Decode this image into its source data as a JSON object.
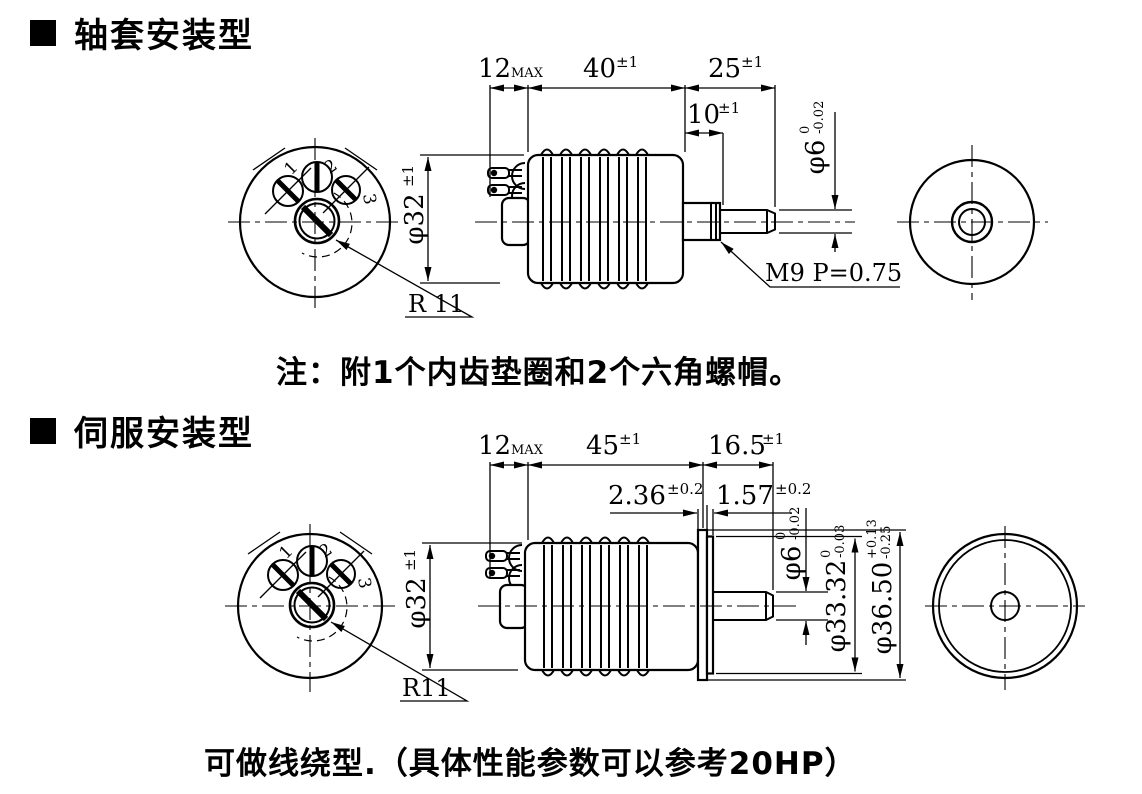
{
  "bushing": {
    "title": "轴套安装型",
    "note": "注：附1个内齿垫圈和2个六角螺帽。",
    "dim_12": "12",
    "dim_12_suffix": "MAX",
    "dim_40": "40",
    "dim_40_tol": "±1",
    "dim_25": "25",
    "dim_25_tol": "±1",
    "dim_10": "10",
    "dim_10_tol": "±1",
    "dim_phi32": "φ32",
    "dim_phi32_tol": "±1",
    "dim_phi6": "φ6",
    "dim_phi6_tol_upper": "0",
    "dim_phi6_tol_lower": "-0.02",
    "thread_callout": "M9 P=0.75",
    "radius_callout": "R 11",
    "terminal_1": "1",
    "terminal_2": "2",
    "terminal_3": "3"
  },
  "servo": {
    "title": "伺服安装型",
    "footer": "可做线绕型.（具体性能参数可以参考20HP）",
    "dim_12": "12",
    "dim_12_suffix": "MAX",
    "dim_45": "45",
    "dim_45_tol": "±1",
    "dim_165": "16.5",
    "dim_165_tol": "±1",
    "dim_236": "2.36",
    "dim_236_tol": "±0.2",
    "dim_157": "1.57",
    "dim_157_tol": "±0.2",
    "dim_phi32": "φ32",
    "dim_phi32_tol": "±1",
    "dim_phi6": "φ6",
    "dim_phi6_tol_upper": "0",
    "dim_phi6_tol_lower": "-0.02",
    "dim_phi3332": "φ33.32",
    "dim_phi3332_tol_upper": "0",
    "dim_phi3332_tol_lower": "-0.03",
    "dim_phi3650": "φ36.50",
    "dim_phi3650_tol_upper": "+0.13",
    "dim_phi3650_tol_lower": "-0.25",
    "radius_callout": "R11",
    "terminal_1": "1",
    "terminal_2": "2",
    "terminal_3": "3"
  },
  "colors": {
    "line": "#000000",
    "background": "#ffffff"
  }
}
